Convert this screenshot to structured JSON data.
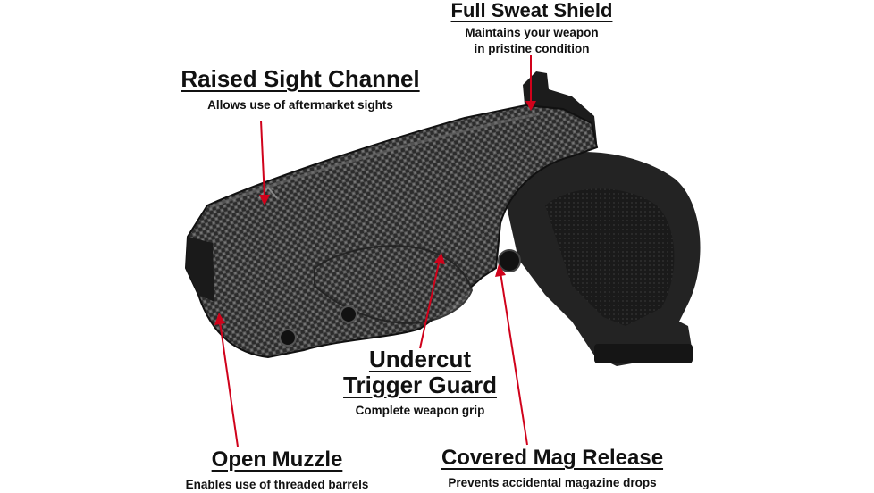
{
  "callouts": {
    "sweat_shield": {
      "title": "Full Sweat Shield",
      "desc_line1": "Maintains your weapon",
      "desc_line2": "in pristine condition"
    },
    "sight_channel": {
      "title": "Raised Sight Channel",
      "desc": "Allows use of aftermarket sights"
    },
    "trigger_guard": {
      "title_line1": "Undercut",
      "title_line2": "Trigger Guard",
      "desc": "Complete weapon grip"
    },
    "muzzle": {
      "title": "Open Muzzle",
      "desc": "Enables use of threaded barrels"
    },
    "mag_release": {
      "title": "Covered Mag Release",
      "desc": "Prevents accidental magazine drops"
    }
  },
  "colors": {
    "arrow": "#d0021b",
    "holster": "#3a3a3a",
    "pistol": "#1e1e1e",
    "text": "#111111"
  },
  "icons": {
    "product": "holster-with-pistol-photo"
  }
}
